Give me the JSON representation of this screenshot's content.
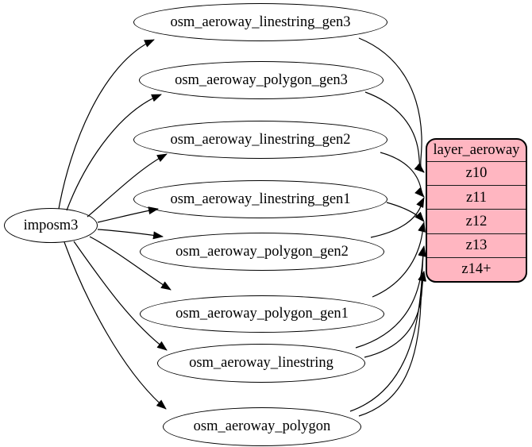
{
  "diagram": {
    "source_node": {
      "label": "imposm3"
    },
    "table_nodes": [
      {
        "label": "osm_aeroway_linestring_gen3"
      },
      {
        "label": "osm_aeroway_polygon_gen3"
      },
      {
        "label": "osm_aeroway_linestring_gen2"
      },
      {
        "label": "osm_aeroway_linestring_gen1"
      },
      {
        "label": "osm_aeroway_polygon_gen2"
      },
      {
        "label": "osm_aeroway_polygon_gen1"
      },
      {
        "label": "osm_aeroway_linestring"
      },
      {
        "label": "osm_aeroway_polygon"
      }
    ],
    "layer_node": {
      "header": "layer_aeroway",
      "zoom_rows": [
        "z10",
        "z11",
        "z12",
        "z13",
        "z14+"
      ],
      "fill_color": "#ffb6c1",
      "border_color": "#000000"
    },
    "edges": [
      {
        "from": "imposm3",
        "to": "osm_aeroway_linestring_gen3"
      },
      {
        "from": "imposm3",
        "to": "osm_aeroway_polygon_gen3"
      },
      {
        "from": "imposm3",
        "to": "osm_aeroway_linestring_gen2"
      },
      {
        "from": "imposm3",
        "to": "osm_aeroway_linestring_gen1"
      },
      {
        "from": "imposm3",
        "to": "osm_aeroway_polygon_gen2"
      },
      {
        "from": "imposm3",
        "to": "osm_aeroway_polygon_gen1"
      },
      {
        "from": "imposm3",
        "to": "osm_aeroway_linestring"
      },
      {
        "from": "imposm3",
        "to": "osm_aeroway_polygon"
      },
      {
        "from": "osm_aeroway_linestring_gen3",
        "to": "z10"
      },
      {
        "from": "osm_aeroway_polygon_gen3",
        "to": "z10"
      },
      {
        "from": "osm_aeroway_linestring_gen2",
        "to": "z11"
      },
      {
        "from": "osm_aeroway_polygon_gen2",
        "to": "z11"
      },
      {
        "from": "osm_aeroway_linestring_gen1",
        "to": "z12"
      },
      {
        "from": "osm_aeroway_polygon_gen1",
        "to": "z12"
      },
      {
        "from": "osm_aeroway_linestring",
        "to": "z13"
      },
      {
        "from": "osm_aeroway_polygon",
        "to": "z13"
      },
      {
        "from": "osm_aeroway_linestring",
        "to": "z14+"
      },
      {
        "from": "osm_aeroway_polygon",
        "to": "z14+"
      }
    ]
  }
}
